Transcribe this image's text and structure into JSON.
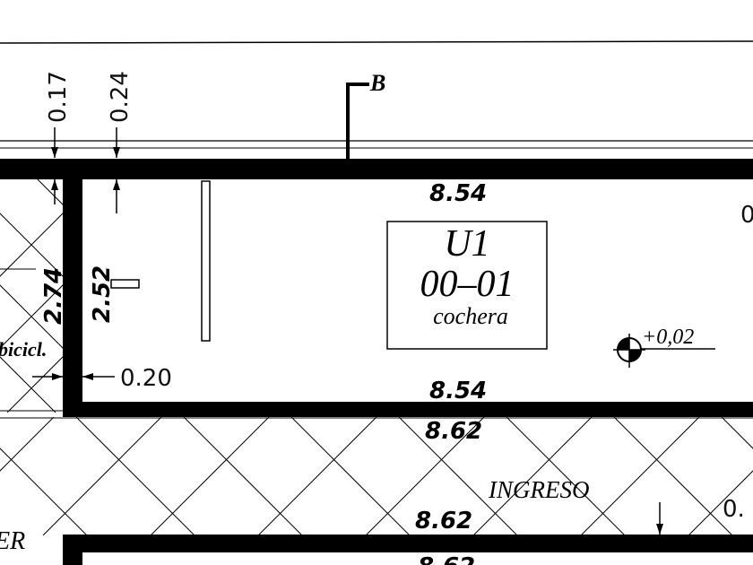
{
  "section_marker": {
    "label": "B"
  },
  "dimensions": {
    "wall_offset_1": "0.17",
    "wall_offset_2": "0.24",
    "wall_thickness": "0.20",
    "height_left": "2.74",
    "height_inner": "2.52",
    "width_top": "8.54",
    "width_bottom": "8.54",
    "passage_top": "8.62",
    "passage_bottom": "8.62",
    "next_unit_width": "8.62",
    "right_edge_top": "0",
    "right_edge_bottom": "0.",
    "level": "+0,02"
  },
  "unit": {
    "code": "U1",
    "number": "00–01",
    "use": "cochera"
  },
  "labels": {
    "ingreso": "INGRESO",
    "bicicleteros_fragment": "bicicl.",
    "left_room_fragment": "ER"
  },
  "colors": {
    "ink": "#000000",
    "paper": "#ffffff"
  }
}
